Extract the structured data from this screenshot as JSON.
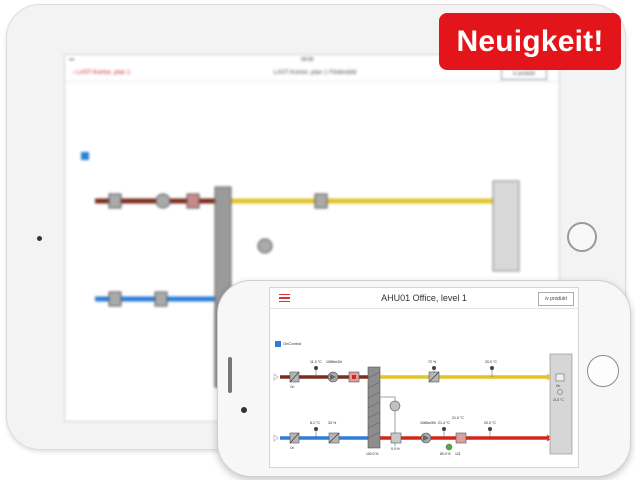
{
  "badge": {
    "text": "Neuigkeit!",
    "color": "#e3151a"
  },
  "tablet": {
    "status_time": "09:00",
    "back_label": "LAST-Kontor, plan 1",
    "nav_title": "LAST-Kontor, plan 1 Flödesbild",
    "logo_text": "iv produkt"
  },
  "phone": {
    "title": "AHU01 Office, level 1",
    "logo_text": "iv produkt",
    "checkbox_label": "OnControl",
    "supply_color": "#e1c42a",
    "exhaust_color": "#7b2e1e",
    "outdoor_color": "#2f7ed8",
    "heated_color": "#d4261a",
    "sensors": {
      "t1": "11.3 °C",
      "f1": "1068m3/h",
      "h1": "72 %",
      "t2": "20.0 °C",
      "t3": "8.1 °C",
      "h2": "33 %",
      "f2": "1066m3/h",
      "t4": "21.4 °C",
      "t5": "21.0 °C",
      "t6": "20.0 °C",
      "pct_hx": "100.0 %",
      "pct_heat": "0.0 %",
      "pct_fan": "80.0 %",
      "pct_fan2": "121",
      "unit_label": "On",
      "unit_temp": "21.0 °C"
    }
  }
}
